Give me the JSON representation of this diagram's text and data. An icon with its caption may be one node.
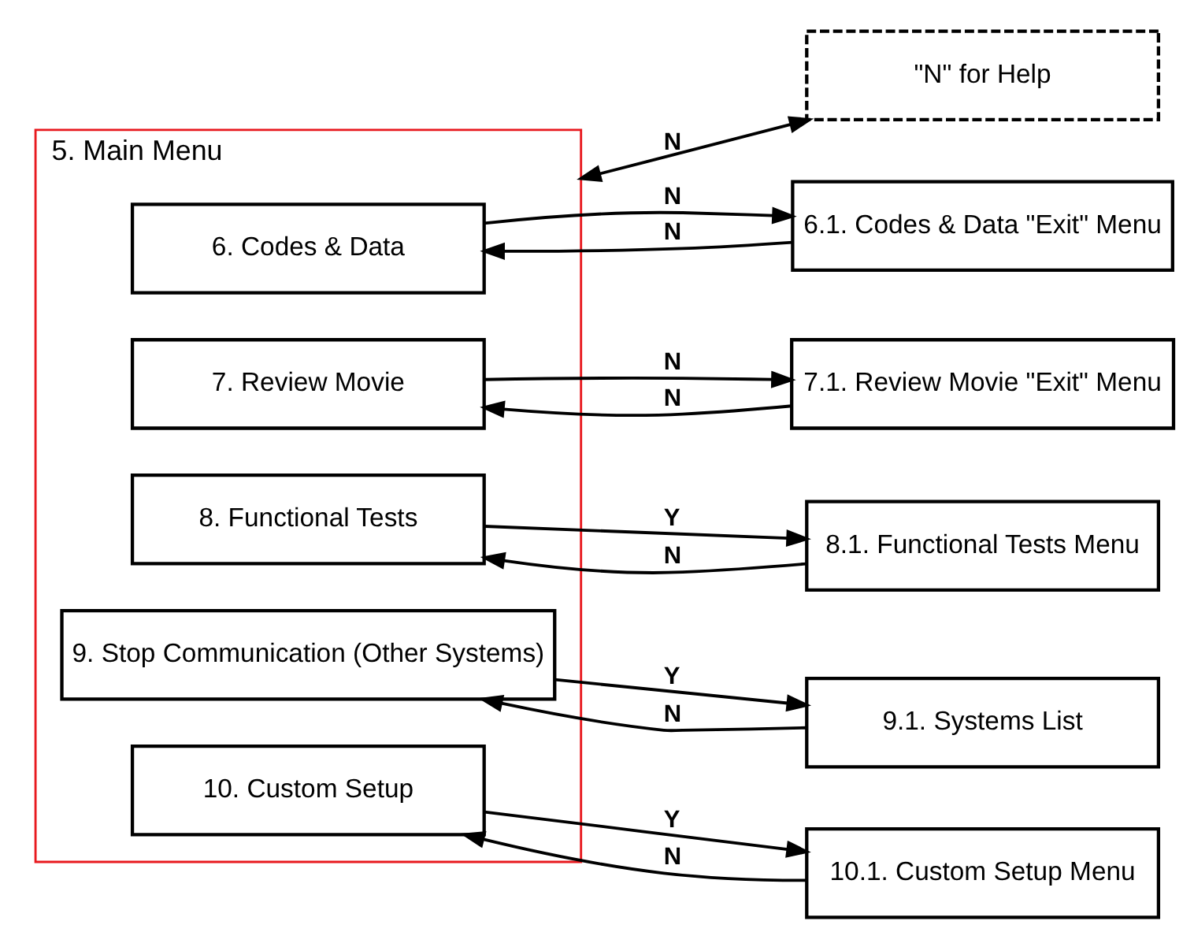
{
  "diagram": {
    "nodes": [
      {
        "text": [
          "5. Main Menu"
        ]
      },
      {
        "text": [
          "\"N\" for Help"
        ]
      },
      {
        "text": [
          "6. Codes & Data"
        ],
        "in": 0
      },
      {
        "text": [
          "6.1. Codes & Data \"Exit\" Menu"
        ]
      },
      {
        "text": [
          "7. Review Movie"
        ],
        "in": 0
      },
      {
        "text": [
          "7.1. Review Movie \"Exit\" Menu"
        ]
      },
      {
        "text": [
          "8. Functional Tests"
        ],
        "in": 0
      },
      {
        "text": [
          "8.1. Functional Tests Menu"
        ]
      },
      {
        "text": [
          "9. Stop Communication (Other Systems)"
        ],
        "in": 0
      },
      {
        "text": [
          "9.1. Systems List"
        ]
      },
      {
        "text": [
          "10. Custom Setup"
        ],
        "in": 0
      },
      {
        "text": [
          "10.1. Custom Setup Menu"
        ]
      }
    ],
    "edges": [
      {
        "from": 0,
        "to": 1,
        "arrow": "both",
        "label": "N"
      },
      {
        "from": 2,
        "to": 3,
        "arrow": "to",
        "label": "N"
      },
      {
        "from": 3,
        "to": 2,
        "arrow": "to",
        "label": "N"
      },
      {
        "from": 4,
        "to": 5,
        "arrow": "to",
        "label": "N"
      },
      {
        "from": 5,
        "to": 4,
        "arrow": "to",
        "label": "N"
      },
      {
        "from": 6,
        "to": 7,
        "arrow": "to",
        "label": "Y"
      },
      {
        "from": 7,
        "to": 6,
        "arrow": "to",
        "label": "N"
      },
      {
        "from": 8,
        "to": 9,
        "arrow": "to",
        "label": "Y"
      },
      {
        "from": 9,
        "to": 8,
        "arrow": "to",
        "label": "N"
      },
      {
        "from": 10,
        "to": 11,
        "arrow": "to",
        "label": "Y"
      },
      {
        "from": 11,
        "to": 10,
        "arrow": "to",
        "label": "N"
      }
    ]
  }
}
